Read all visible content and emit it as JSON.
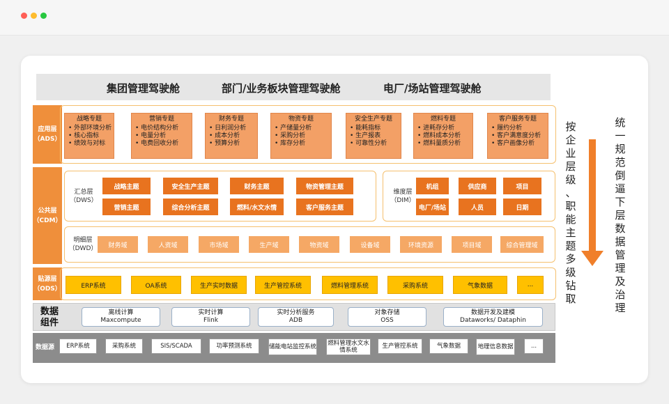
{
  "cockpits": [
    "集团管理驾驶舱",
    "部门/业务板块管理驾驶舱",
    "电厂/场站管理驾驶舱"
  ],
  "ads": {
    "label": "应用层",
    "code": "（ADS）",
    "topics": [
      {
        "title": "战略专题",
        "items": [
          "外部环境分析",
          "核心指标",
          "绩效与对标"
        ]
      },
      {
        "title": "营销专题",
        "items": [
          "电价结构分析",
          "电量分析",
          "电费回收分析"
        ]
      },
      {
        "title": "财务专题",
        "items": [
          "日利润分析",
          "成本分析",
          "预算分析"
        ]
      },
      {
        "title": "物资专题",
        "items": [
          "产储量分析",
          "采购分析",
          "库存分析"
        ]
      },
      {
        "title": "安全生产专题",
        "items": [
          "能耗指标",
          "生产报表",
          "可靠性分析"
        ]
      },
      {
        "title": "燃料专题",
        "items": [
          "进耗存分析",
          "燃料成本分析",
          "燃料量质分析"
        ]
      },
      {
        "title": "客户服务专题",
        "items": [
          "履约分析",
          "客户满意度分析",
          "客户画像分析"
        ]
      }
    ]
  },
  "cdm": {
    "label": "公共层",
    "code": "（CDM）",
    "dws": {
      "label": "汇总层",
      "code": "（DWS）",
      "items": [
        "战略主题",
        "安全生产主题",
        "财务主题",
        "物资管理主题",
        "营销主题",
        "综合分析主题",
        "燃料/水文水情",
        "客户服务主题"
      ]
    },
    "dim": {
      "label": "维度层",
      "code": "（DIM）",
      "items": [
        "机组",
        "供应商",
        "项目",
        "电厂/场站",
        "人员",
        "日期"
      ]
    },
    "dwd": {
      "label": "明细层",
      "code": "（DWD）",
      "items": [
        "财务域",
        "人资域",
        "市场域",
        "生产域",
        "物资域",
        "设备域",
        "环境资源",
        "项目域",
        "综合管理域"
      ]
    }
  },
  "ods": {
    "label": "贴源层",
    "code": "（ODS）",
    "items": [
      "ERP系统",
      "OA系统",
      "生产实时数据",
      "生产管控系统",
      "燃料管理系统",
      "采购系统",
      "气象数据",
      "..."
    ]
  },
  "components": {
    "label": "数据组件",
    "items": [
      {
        "name": "离线计算",
        "sub": "Maxcompute"
      },
      {
        "name": "实时计算",
        "sub": "Flink"
      },
      {
        "name": "实时分析服务",
        "sub": "ADB"
      },
      {
        "name": "对象存储",
        "sub": "OSS"
      },
      {
        "name": "数据开发及建模",
        "sub": "Dataworks/ Dataphin"
      }
    ]
  },
  "sources": {
    "label": "数据源",
    "items": [
      "ERP系统",
      "采购系统",
      "SIS/SCADA",
      "功率预测系统",
      "储能电站监控系统",
      "燃料管理水文水情系统",
      "生产管控系统",
      "气象数据",
      "地理信息数据",
      "..."
    ]
  },
  "side_text_1": "按企业层级、职能主题多级钻取",
  "side_text_2": "统一规范倒逼下层数据管理及治理",
  "colors": {
    "orange": "#ef8f3b",
    "gold": "#ffc000",
    "arrow": "#f07f2a",
    "gray_band": "#8c8c8c"
  }
}
